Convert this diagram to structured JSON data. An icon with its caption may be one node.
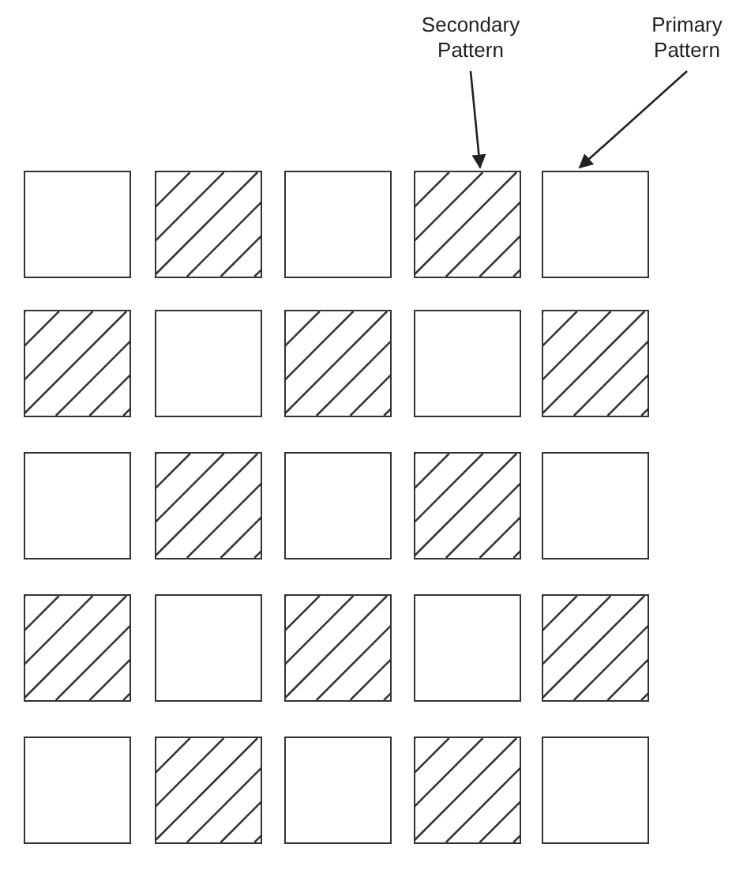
{
  "diagram": {
    "nodes": [
      {
        "text": [
          "Secondary Pattern"
        ]
      },
      {
        "text": [
          "Primary Pattern"
        ]
      },
      {
        "text": [],
        "shape": "box"
      },
      {
        "text": [],
        "shape": "box"
      },
      {
        "text": [],
        "shape": "box"
      },
      {
        "text": [],
        "shape": "box"
      },
      {
        "text": [],
        "shape": "box"
      },
      {
        "text": [],
        "shape": "box"
      },
      {
        "text": [],
        "shape": "box"
      },
      {
        "text": [],
        "shape": "box"
      },
      {
        "text": [],
        "shape": "box"
      },
      {
        "text": [],
        "shape": "box"
      },
      {
        "text": [],
        "shape": "box"
      },
      {
        "text": [],
        "shape": "box"
      },
      {
        "text": [],
        "shape": "box"
      },
      {
        "text": [],
        "shape": "box"
      },
      {
        "text": [],
        "shape": "box"
      },
      {
        "text": [],
        "shape": "box"
      },
      {
        "text": [],
        "shape": "box"
      },
      {
        "text": [],
        "shape": "box"
      },
      {
        "text": [],
        "shape": "box"
      },
      {
        "text": [],
        "shape": "box"
      },
      {
        "text": [],
        "shape": "box"
      },
      {
        "text": [],
        "shape": "box"
      },
      {
        "text": [],
        "shape": "box"
      },
      {
        "text": [],
        "shape": "box"
      },
      {
        "text": [],
        "shape": "box"
      }
    ],
    "edges": [
      {
        "from": 0,
        "to": 5,
        "arrow": "to"
      },
      {
        "from": 1,
        "to": 6,
        "arrow": "to"
      }
    ]
  }
}
